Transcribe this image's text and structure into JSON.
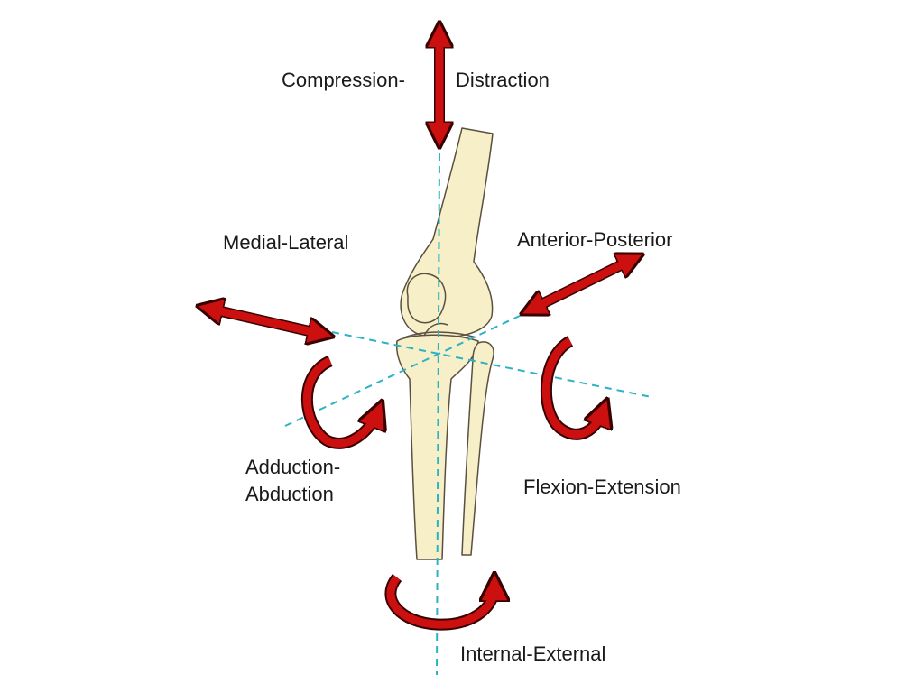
{
  "labels": {
    "compression": "Compression-",
    "distraction": "Distraction",
    "medial_lateral": "Medial-Lateral",
    "anterior_posterior": "Anterior-Posterior",
    "adduction": "Adduction-",
    "abduction": "Abduction",
    "flexion_extension": "Flexion-Extension",
    "internal_external": "Internal-External"
  },
  "colors": {
    "arrow": "#cc1010",
    "arrow_outline": "#3a0000",
    "bone": "#f6efc8",
    "bone_outline": "#5a5040",
    "axis": "#2bb3c4"
  },
  "icons": {
    "translation": "double-headed-arrow",
    "rotation": "curved-arrow"
  }
}
